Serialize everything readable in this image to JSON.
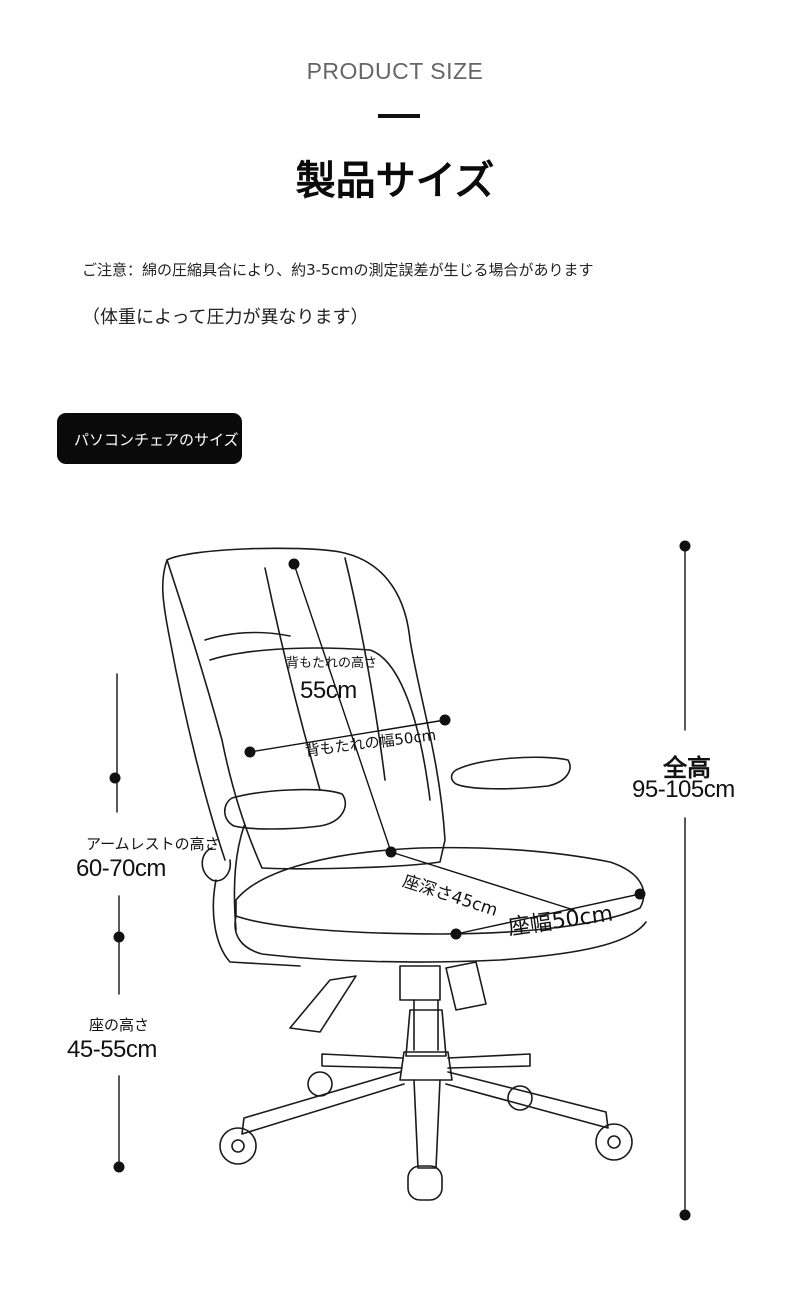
{
  "header": {
    "subtitle": "PRODUCT SIZE",
    "title": "製品サイズ"
  },
  "notes": {
    "line1": "ご注意：綿の圧縮具合により、約3-5cmの測定誤差が生じる場合があります",
    "line2": "（体重によって圧力が異なります）"
  },
  "section": {
    "label": "パソコンチェアのサイズ"
  },
  "dimensions": {
    "backrest_height": {
      "label": "背もたれの高さ",
      "value": "55cm"
    },
    "backrest_width": {
      "label": "背もたれの幅50cm"
    },
    "armrest_height": {
      "label": "アームレストの高さ",
      "value": "60-70cm"
    },
    "seat_height": {
      "label": "座の高さ",
      "value": "45-55cm"
    },
    "seat_depth": {
      "label": "座深さ45cm"
    },
    "seat_width": {
      "label": "座幅50cm"
    },
    "total_height": {
      "label": "全高",
      "value": "95-105cm"
    }
  },
  "colors": {
    "text": "#111111",
    "subtitle": "#666666",
    "badge_bg": "#0a0a0a",
    "badge_text": "#ffffff"
  }
}
